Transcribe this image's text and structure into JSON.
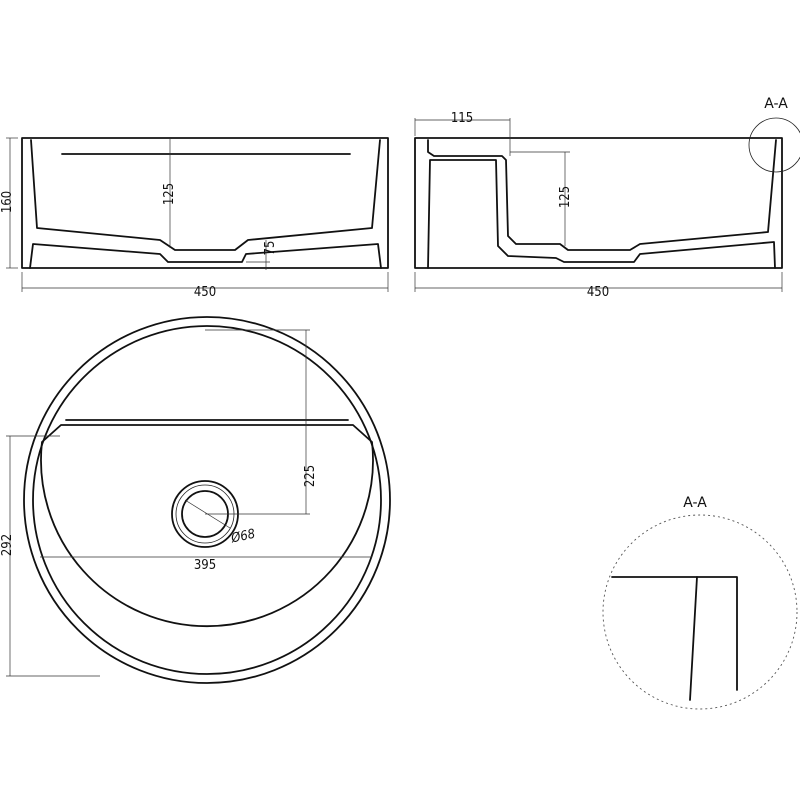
{
  "front_view": {
    "height_label": "160",
    "width_label": "450",
    "depth_label": "125",
    "drain_label": "75"
  },
  "section_view": {
    "width_label": "450",
    "shelf_label": "115",
    "depth_label": "125",
    "detail_ref": "A-A"
  },
  "top_view": {
    "bowl_width_label": "395",
    "bowl_depth_label": "292",
    "drain_offset_label": "225",
    "drain_diameter_label": "Ø68"
  },
  "detail_view": {
    "title": "A-A"
  }
}
